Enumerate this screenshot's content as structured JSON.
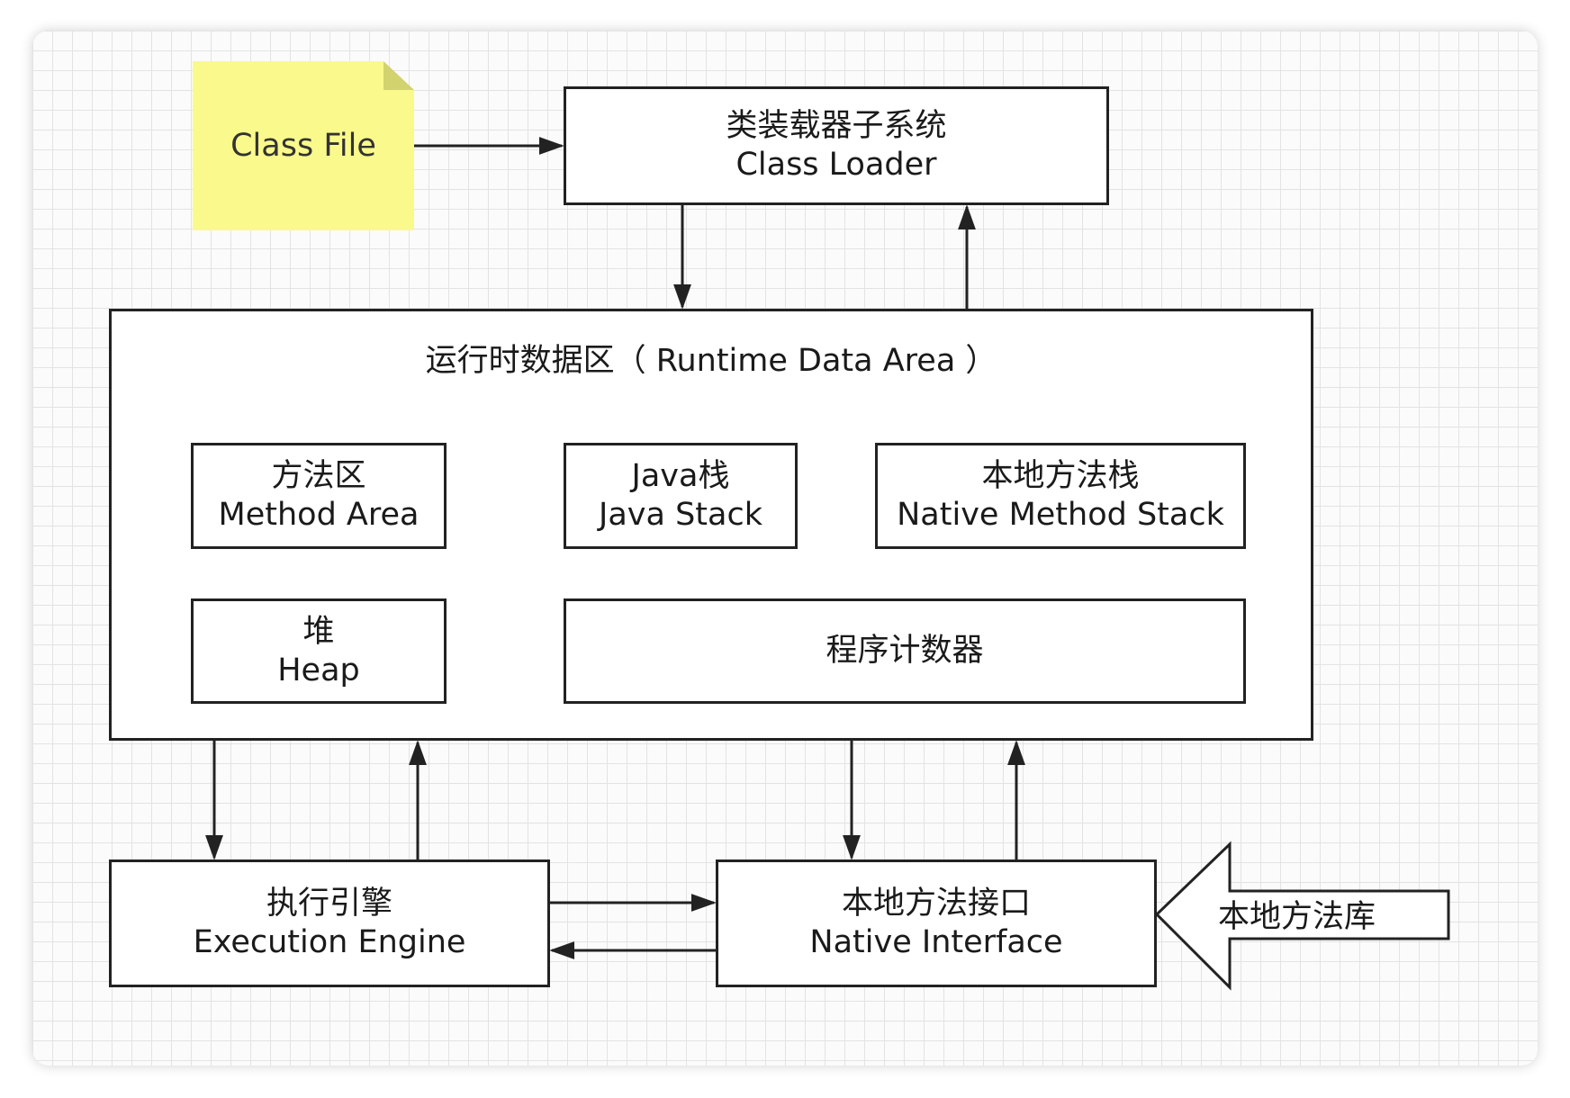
{
  "class_file": "Class File",
  "class_loader": {
    "zh": "类装载器子系统",
    "en": "Class Loader"
  },
  "runtime_area": {
    "title": "运行时数据区（ Runtime Data Area ）",
    "method_area": {
      "zh": "方法区",
      "en": "Method Area"
    },
    "java_stack": {
      "zh": "Java栈",
      "en": "Java Stack"
    },
    "native_stack": {
      "zh": "本地方法栈",
      "en": "Native Method Stack"
    },
    "heap": {
      "zh": "堆",
      "en": "Heap"
    },
    "pc_register": "程序计数器"
  },
  "execution_engine": {
    "zh": "执行引擎",
    "en": "Execution Engine"
  },
  "native_interface": {
    "zh": "本地方法接口",
    "en": "Native Interface"
  },
  "native_library": "本地方法库",
  "colors": {
    "note": "#fafa8c",
    "stroke": "#222222",
    "grid": "#e3e3e3"
  }
}
